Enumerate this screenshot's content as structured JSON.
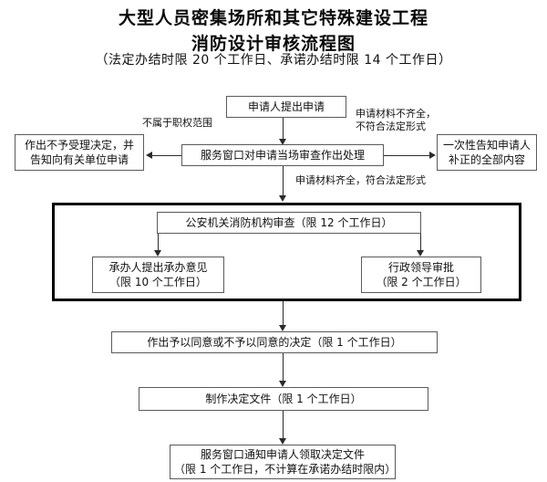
{
  "document": {
    "title_line1": "大型人员密集场所和其它特殊建设工程",
    "title_line2": "消防设计审核流程图",
    "subtitle": "（法定办结时限 20 个工作日、承诺办结时限 14 个工作日）"
  },
  "nodes": {
    "apply": "申请人提出申请",
    "reject": "作出不予受理决定，并\n告知向有关单位申请",
    "window_review": "服务窗口对申请当场审查作出处理",
    "notify_supplement": "一次性告知申请人\n补正的全部内容",
    "fire_agency_review": "公安机关消防机构审查（限 12 个工作日）",
    "handler_opinion": "承办人提出承办意见\n（限 10 个工作日）",
    "leader_approval": "行政领导审批\n（限 2 个工作日）",
    "decision": "作出予以同意或不予以同意的决定（限 1 个工作日）",
    "make_document": "制作决定文件（限 1 个工作日）",
    "notify_pickup": "服务窗口通知申请人领取决定文件\n（限 1 个工作日，不计算在承诺办结时限内）"
  },
  "labels": {
    "not_in_scope": "不属于职权范围",
    "materials_incomplete": "申请材料不齐全，\n不符合法定形式",
    "materials_complete": "申请材料齐全，符合法定形式"
  },
  "colors": {
    "box_border": "#5a5a5a",
    "group_border": "#000000",
    "connector": "#2b2b2b",
    "text": "#111111",
    "background": "#ffffff"
  }
}
